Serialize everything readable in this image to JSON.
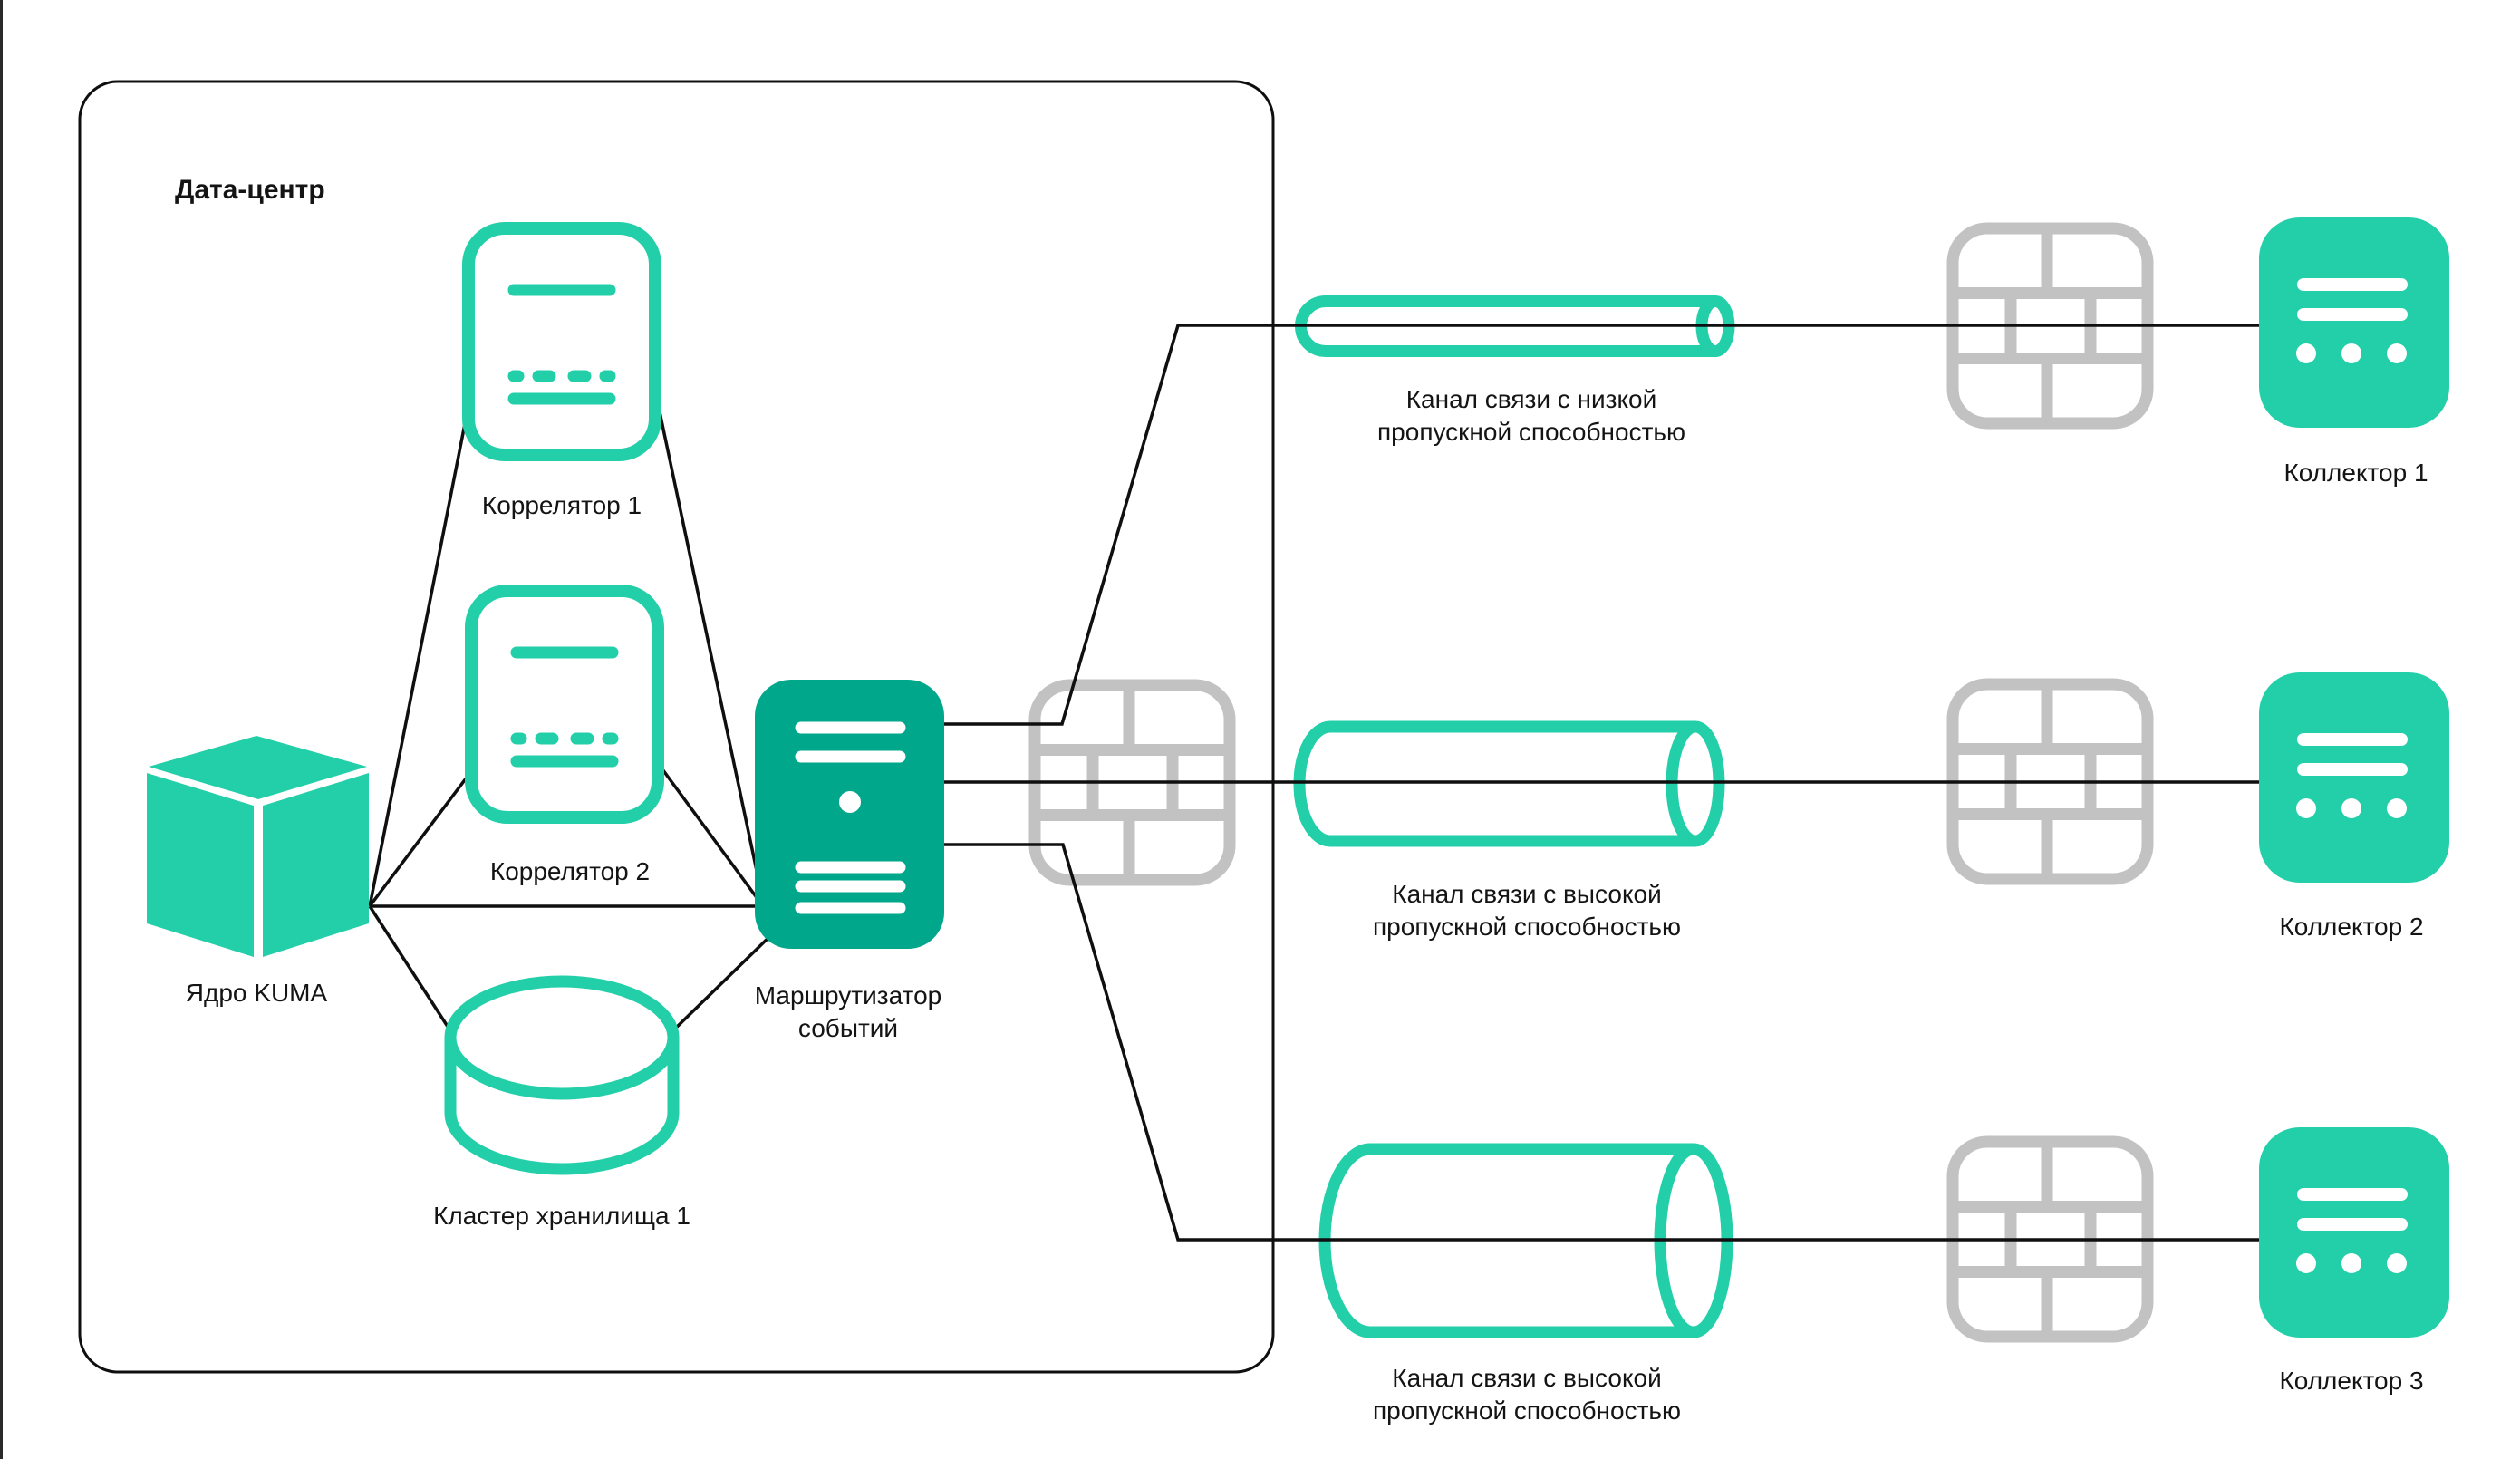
{
  "colors": {
    "accent_teal": "#22cfa8",
    "router_teal": "#00a78b",
    "firewall_gray": "#c2c2c2",
    "line_black": "#0f0f0f"
  },
  "datacenter": {
    "label": "Дата-центр",
    "core": {
      "label": "Ядро KUMA",
      "icon": "cube-icon"
    },
    "correlator1": {
      "label": "Коррелятор 1",
      "icon": "document-icon"
    },
    "correlator2": {
      "label": "Коррелятор 2",
      "icon": "document-icon"
    },
    "storage": {
      "label": "Кластер хранилища 1",
      "icon": "database-icon"
    },
    "router": {
      "label_line1": "Маршрутизатор",
      "label_line2": "событий",
      "icon": "server-icon"
    }
  },
  "channels": {
    "low": {
      "line1": "Канал связи с низкой",
      "line2": "пропускной способностью",
      "icon": "thin-pipe-icon"
    },
    "high1": {
      "line1": "Канал связи с высокой",
      "line2": "пропускной способностью",
      "icon": "wide-pipe-icon"
    },
    "high2": {
      "line1": "Канал связи с высокой",
      "line2": "пропускной способностью",
      "icon": "wide-pipe-icon"
    }
  },
  "collectors": {
    "collector1": {
      "label": "Коллектор 1",
      "icon": "collector-icon"
    },
    "collector2": {
      "label": "Коллектор 2",
      "icon": "collector-icon"
    },
    "collector3": {
      "label": "Коллектор 3",
      "icon": "collector-icon"
    }
  }
}
